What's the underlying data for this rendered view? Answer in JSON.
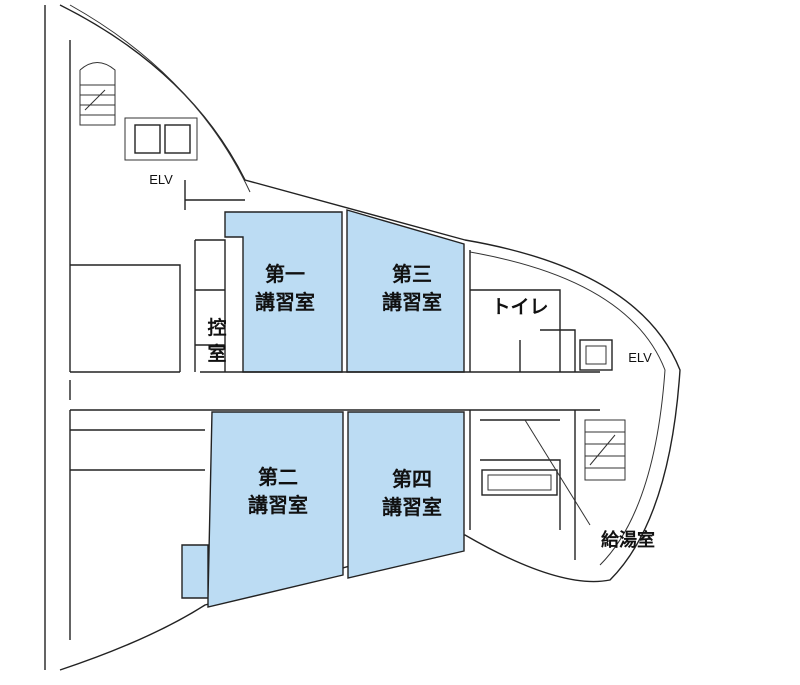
{
  "colors": {
    "room_fill": "#bcdcf3",
    "wall": "#222222"
  },
  "rooms": {
    "room1": {
      "line1": "第一",
      "line2": "講習室"
    },
    "room2": {
      "line1": "第二",
      "line2": "講習室"
    },
    "room3": {
      "line1": "第三",
      "line2": "講習室"
    },
    "room4": {
      "line1": "第四",
      "line2": "講習室"
    }
  },
  "labels": {
    "waiting_room_1": "控",
    "waiting_room_2": "室",
    "toilet": "トイレ",
    "elevator_left": "ELV",
    "elevator_right": "ELV",
    "kitchenette": "給湯室"
  }
}
